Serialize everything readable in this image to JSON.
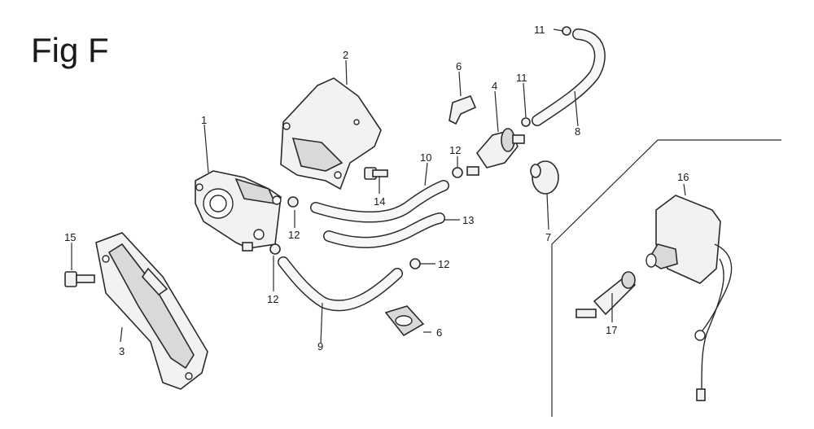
{
  "title": "Fig F",
  "callouts": {
    "c1": "1",
    "c2": "2",
    "c3": "3",
    "c4": "4",
    "c6a": "6",
    "c6b": "6",
    "c7": "7",
    "c8": "8",
    "c9": "9",
    "c10": "10",
    "c11a": "11",
    "c11b": "11",
    "c12a": "12",
    "c12b": "12",
    "c12c": "12",
    "c12d": "12",
    "c13": "13",
    "c14": "14",
    "c15": "15",
    "c16": "16",
    "c17": "17"
  }
}
